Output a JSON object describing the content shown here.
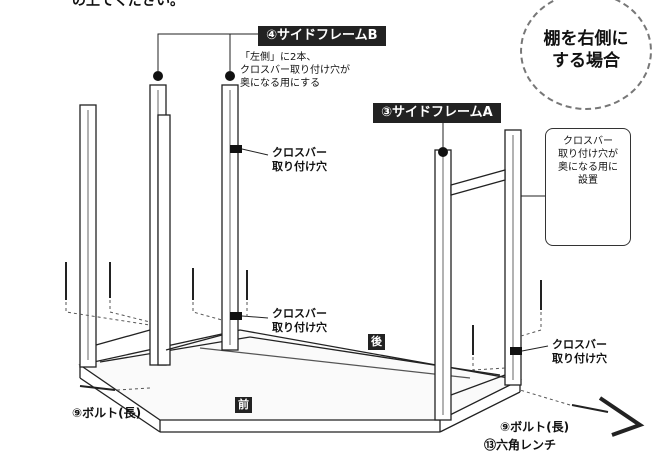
{
  "header_fragment": "の上でください。",
  "labels": {
    "side_frame_b": "④サイドフレームB",
    "side_frame_b_note": [
      "「左側」に2本、",
      "クロスバー取り付け穴が",
      "奥になる用にする"
    ],
    "side_frame_a": "③サイドフレームA",
    "crossbar_hole_1": [
      "クロスバー",
      "取り付け穴"
    ],
    "crossbar_hole_2": [
      "クロスバー",
      "取り付け穴"
    ],
    "crossbar_hole_3": [
      "クロスバー",
      "取り付け穴"
    ],
    "callout_text": [
      "クロスバー",
      "取り付け穴が",
      "奥になる用に",
      "設置"
    ],
    "rear": "後",
    "front": "前",
    "bolt_long_left": "⑨ボルト(長)",
    "bolt_long_right": "⑨ボルト(長)",
    "hex_wrench": "⑬六角レンチ",
    "circle_text": [
      "棚を右側に",
      "する場合"
    ]
  }
}
